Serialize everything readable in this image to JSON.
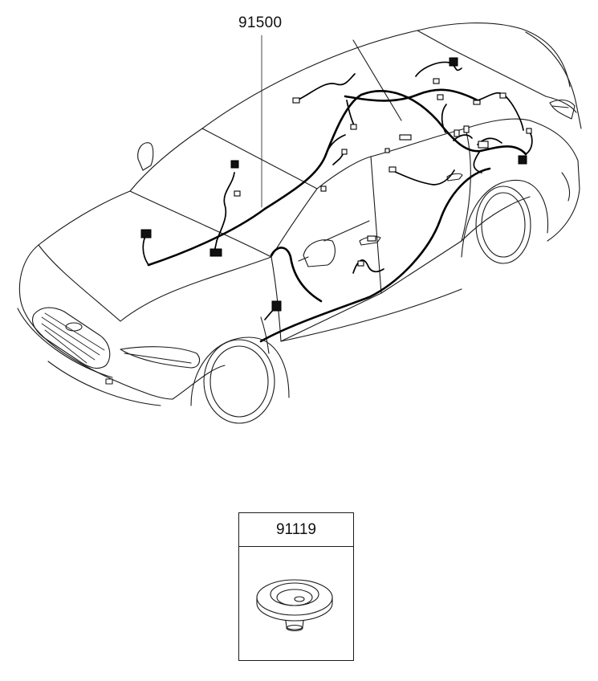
{
  "callouts": {
    "harness_part_number": "91500",
    "grommet_part_number": "91119"
  },
  "icons": [
    "car-outline-drawing",
    "wiring-harness-drawing",
    "grommet-icon"
  ],
  "colors": {
    "line": "#1a1a1a",
    "background": "#ffffff"
  }
}
